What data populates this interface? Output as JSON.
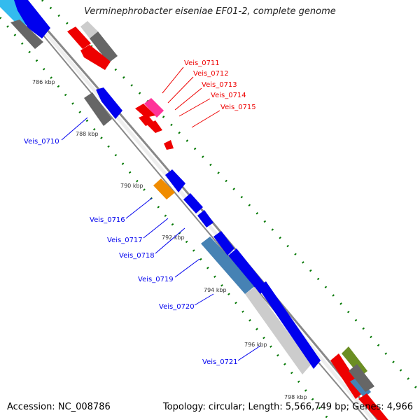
{
  "title": "Verminephrobacter eiseniae EF01-2, complete genome",
  "footer": {
    "accession": "Accession: NC_008786",
    "summary": "Topology: circular; Length: 5,566,749 bp; Genes: 4,966"
  },
  "kbp_labels": [
    "786 kbp",
    "788 kbp",
    "790 kbp",
    "792 kbp",
    "794 kbp",
    "796 kbp",
    "798 kbp"
  ],
  "gene_labels_red": [
    "Veis_0711",
    "Veis_0712",
    "Veis_0713",
    "Veis_0714",
    "Veis_0715"
  ],
  "gene_labels_blue": [
    "Veis_0710",
    "Veis_0716",
    "Veis_0717",
    "Veis_0718",
    "Veis_0719",
    "Veis_0720",
    "Veis_0721"
  ],
  "colors": {
    "red": "#ee0000",
    "blue": "#0000ee",
    "gray": "#666666",
    "light_gray": "#cccccc",
    "steel_blue": "#4682b4",
    "pink": "#ff3399",
    "orange": "#f08c00",
    "cyan": "#33bbee",
    "olive": "#6b8e23",
    "tick_green": "#007700"
  }
}
